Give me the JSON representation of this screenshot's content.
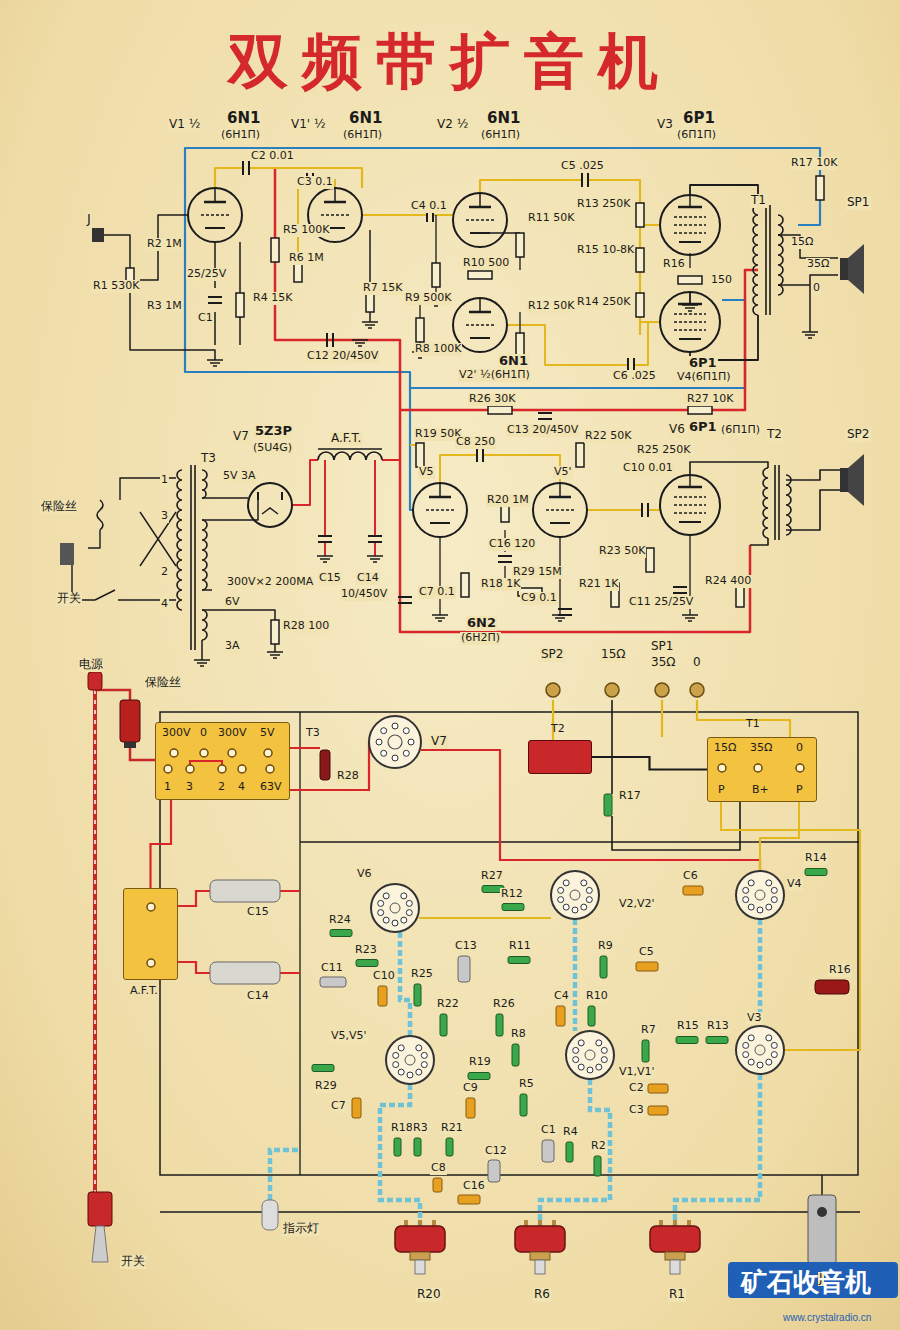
{
  "diagram": {
    "title": "双频带扩音机",
    "nodes": [
      {
        "text": [
          "300V",
          "0",
          "300V",
          "5V",
          "1",
          "3",
          "2",
          "4",
          "63V",
          "T3"
        ]
      },
      {
        "text": [
          "T1",
          "15Ω",
          "35Ω",
          "0",
          "P",
          "B+",
          "P"
        ]
      },
      {
        "text": [
          "A.F.T."
        ]
      },
      {
        "text": [
          "T2"
        ]
      }
    ],
    "edges": [
      {
        "from": 0,
        "to": 2,
        "arrow": "none"
      },
      {
        "from": 3,
        "to": 1,
        "arrow": "none"
      }
    ],
    "labels": [
      "V1 ½",
      "6N1",
      "(6H1П)",
      "V1' ½",
      "6N1",
      "(6H1П)",
      "V2 ½",
      "6N1",
      "(6H1П)",
      "V3",
      "6P1",
      "(6П1П)",
      "C2 0.01",
      "C3 0.1",
      "C5 .025",
      "C4 0.1",
      "R17 10K",
      "J",
      "R2 1M",
      "R1 530K",
      "R3 1M",
      "C1",
      "25/25V",
      "R4 15K",
      "R5 100K",
      "R6 1M",
      "R7 15K",
      "R9 500K",
      "R10 500",
      "R11 50K",
      "R12 50K",
      "R13 250K",
      "R15 10-8K",
      "R14 250K",
      "R16",
      "150",
      "C12 20/450V",
      "R8 100K",
      "V2' ½(6H1П)",
      "6N1",
      "C6 .025",
      "6P1",
      "V4(6П1П)",
      "T1",
      "15Ω",
      "35Ω",
      "0",
      "SP1",
      "R26 30K",
      "R27 10K",
      "R19 50K",
      "C8 250",
      "C13 20/450V",
      "R22 50K",
      "R25 250K",
      "T2",
      "SP2",
      "V5",
      "V5'",
      "V6",
      "6P1",
      "(6П1П)",
      "R20 1M",
      "C16 120",
      "R29 15M",
      "R18 1K",
      "R21 1K",
      "C7 0.1",
      "C9 0.1",
      "6N2",
      "(6H2П)",
      "C10 0.01",
      "R23 50K",
      "C11 25/25V",
      "R24 400",
      "V7",
      "5Z3P",
      "(5U4G)",
      "A.F.T.",
      "T3",
      "5V 3A",
      "300V×2 200MA",
      "C15",
      "C14",
      "10/450V",
      "6V",
      "3A",
      "R28 100",
      "保险丝",
      "开关",
      "1",
      "3",
      "2",
      "4",
      "电源",
      "保险丝",
      "R28",
      "V7",
      "SP2",
      "15Ω",
      "SP1",
      "35Ω",
      "0",
      "R17",
      "V6",
      "R27",
      "R12",
      "V2,V2'",
      "C6",
      "R14",
      "V4",
      "C15",
      "C14",
      "R24",
      "R23",
      "C11",
      "C10",
      "R25",
      "C13",
      "R11",
      "R9",
      "C5",
      "R16",
      "C4",
      "R22",
      "R26",
      "R10",
      "R7",
      "R15",
      "R13",
      "V3",
      "V5,V5'",
      "R19",
      "R8",
      "V1,V1'",
      "R5",
      "C2",
      "C3",
      "C9",
      "R29",
      "C7",
      "R18",
      "R3",
      "R21",
      "C8",
      "C12",
      "C1",
      "R4",
      "R2",
      "C16",
      "R20",
      "R6",
      "R1",
      "J",
      "开关",
      "指示灯",
      "矿石收音机",
      "www.crystalradio.cn"
    ]
  }
}
